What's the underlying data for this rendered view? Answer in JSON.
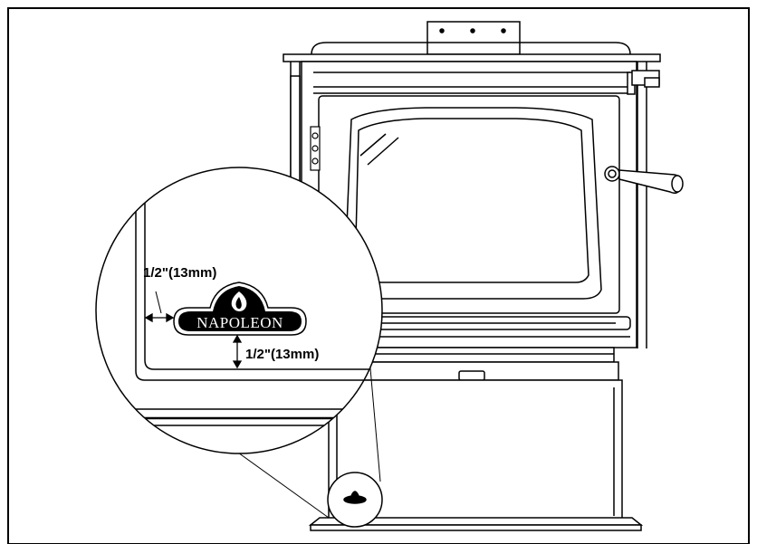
{
  "dimensions": {
    "side_clearance": "1/2\"(13mm)",
    "bottom_clearance": "1/2\"(13mm)"
  },
  "logo": {
    "brand": "NAPOLEON"
  }
}
